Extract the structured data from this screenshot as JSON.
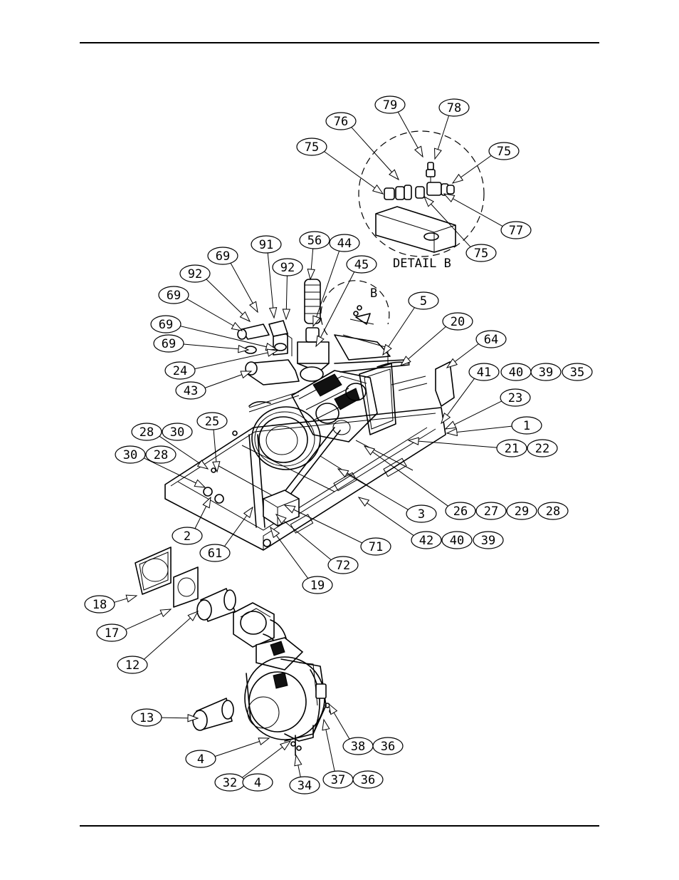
{
  "labels": {
    "detail_caption": "DETAIL B",
    "detail_marker": "B"
  },
  "callouts": [
    {
      "id": "79",
      "text": "79"
    },
    {
      "id": "78",
      "text": "78"
    },
    {
      "id": "76",
      "text": "76"
    },
    {
      "id": "75a",
      "text": "75"
    },
    {
      "id": "75b",
      "text": "75"
    },
    {
      "id": "77",
      "text": "77"
    },
    {
      "id": "75c",
      "text": "75"
    },
    {
      "id": "56",
      "text": "56"
    },
    {
      "id": "44",
      "text": "44"
    },
    {
      "id": "91",
      "text": "91"
    },
    {
      "id": "69a",
      "text": "69"
    },
    {
      "id": "92a",
      "text": "92"
    },
    {
      "id": "45",
      "text": "45"
    },
    {
      "id": "92b",
      "text": "92"
    },
    {
      "id": "69b",
      "text": "69"
    },
    {
      "id": "5",
      "text": "5"
    },
    {
      "id": "69c",
      "text": "69"
    },
    {
      "id": "20",
      "text": "20"
    },
    {
      "id": "69d",
      "text": "69"
    },
    {
      "id": "64",
      "text": "64"
    },
    {
      "id": "24",
      "text": "24"
    },
    {
      "id": "41",
      "text": "41"
    },
    {
      "id": "40a",
      "text": "40"
    },
    {
      "id": "39a",
      "text": "39"
    },
    {
      "id": "35",
      "text": "35"
    },
    {
      "id": "43",
      "text": "43"
    },
    {
      "id": "23",
      "text": "23"
    },
    {
      "id": "25",
      "text": "25"
    },
    {
      "id": "1",
      "text": "1"
    },
    {
      "id": "28a",
      "text": "28"
    },
    {
      "id": "30a",
      "text": "30"
    },
    {
      "id": "21",
      "text": "21"
    },
    {
      "id": "22",
      "text": "22"
    },
    {
      "id": "30b",
      "text": "30"
    },
    {
      "id": "28b",
      "text": "28"
    },
    {
      "id": "26",
      "text": "26"
    },
    {
      "id": "27",
      "text": "27"
    },
    {
      "id": "29",
      "text": "29"
    },
    {
      "id": "28c",
      "text": "28"
    },
    {
      "id": "3",
      "text": "3"
    },
    {
      "id": "2",
      "text": "2"
    },
    {
      "id": "42",
      "text": "42"
    },
    {
      "id": "40b",
      "text": "40"
    },
    {
      "id": "39b",
      "text": "39"
    },
    {
      "id": "61",
      "text": "61"
    },
    {
      "id": "71",
      "text": "71"
    },
    {
      "id": "72",
      "text": "72"
    },
    {
      "id": "19",
      "text": "19"
    },
    {
      "id": "18",
      "text": "18"
    },
    {
      "id": "17",
      "text": "17"
    },
    {
      "id": "12",
      "text": "12"
    },
    {
      "id": "13",
      "text": "13"
    },
    {
      "id": "4a",
      "text": "4"
    },
    {
      "id": "38",
      "text": "38"
    },
    {
      "id": "36a",
      "text": "36"
    },
    {
      "id": "32",
      "text": "32"
    },
    {
      "id": "4b",
      "text": "4"
    },
    {
      "id": "37",
      "text": "37"
    },
    {
      "id": "36b",
      "text": "36"
    },
    {
      "id": "34",
      "text": "34"
    }
  ]
}
